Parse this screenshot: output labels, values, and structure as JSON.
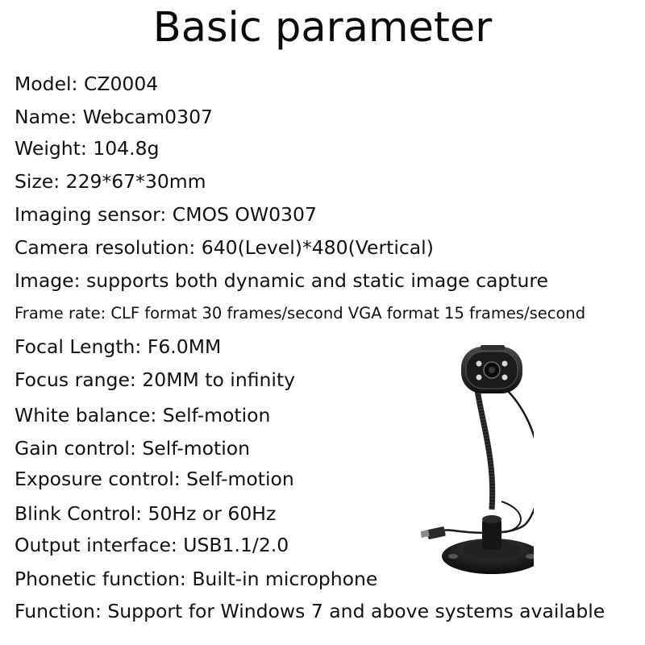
{
  "title": "Basic parameter",
  "specs": [
    "Model: CZ0004",
    "Name: Webcam0307",
    "Weight: 104.8g",
    "Size: 229*67*30mm",
    "Imaging sensor: CMOS OW0307",
    "Camera resolution: 640(Level)*480(Vertical)",
    "Image: supports both dynamic and static image capture",
    "Frame rate: CLF format 30 frames/second  VGA format 15 frames/second",
    "Focal Length: F6.0MM",
    "Focus range: 20MM to infinity",
    "White balance: Self-motion",
    "Gain control: Self-motion",
    "Exposure control: Self-motion",
    "Blink Control: 50Hz or 60Hz",
    "Output interface: USB1.1/2.0",
    "Phonetic function: Built-in microphone",
    "Function: Support for Windows 7 and above systems available"
  ]
}
